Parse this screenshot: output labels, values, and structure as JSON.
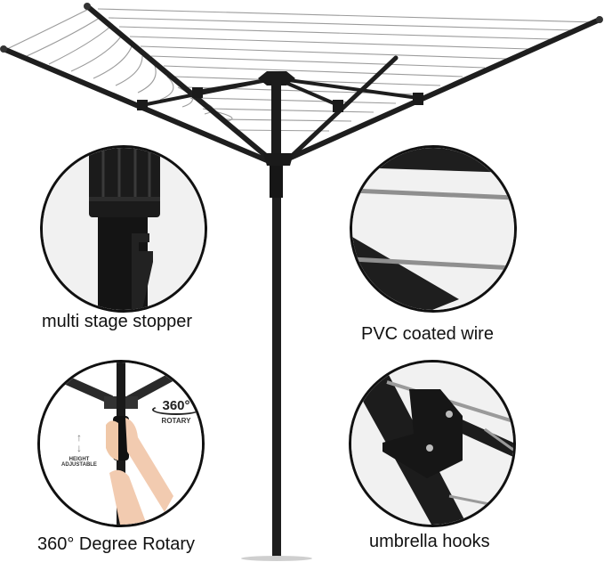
{
  "product": {
    "type": "rotary clothes line",
    "colors": {
      "frame": "#1c1c1c",
      "wire": "#9a9a9a",
      "circle_bg": "#f1f1f1",
      "circle_border": "#111111",
      "text": "#111111"
    }
  },
  "features": [
    {
      "id": "multi-stage-stopper",
      "caption": "multi stage stopper",
      "icon": "stopper-closeup"
    },
    {
      "id": "pvc-coated-wire",
      "caption": "PVC coated wire",
      "icon": "wire-closeup"
    },
    {
      "id": "rotary",
      "caption": "360° Degree Rotary",
      "icon": "hand-rotating-pole",
      "overlay": {
        "rotation_value": "360°",
        "rotation_label": "ROTARY",
        "height_label_1": "HEIGHT",
        "height_label_2": "ADJUSTABLE"
      }
    },
    {
      "id": "umbrella-hooks",
      "caption": "umbrella hooks",
      "icon": "hook-closeup"
    }
  ]
}
